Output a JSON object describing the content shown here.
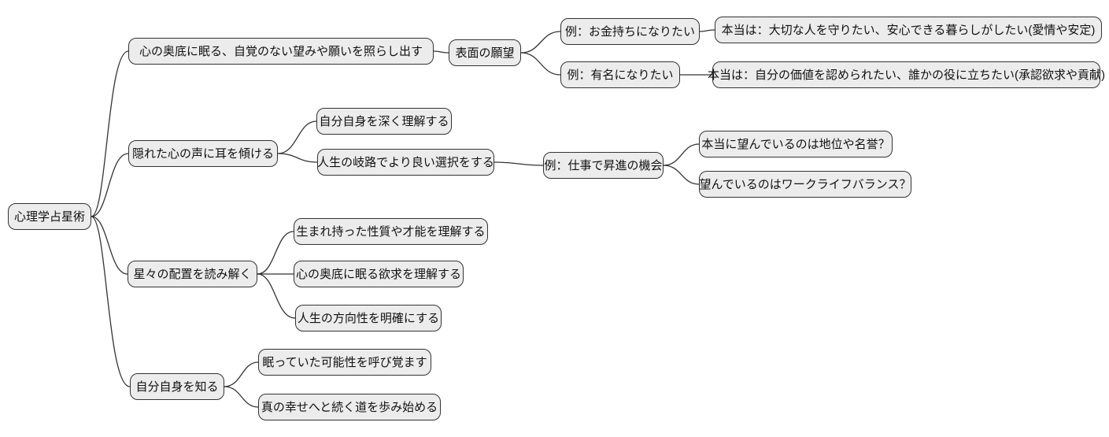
{
  "diagram": {
    "type": "mindmap",
    "root": {
      "label": "心理学占星術",
      "children": [
        {
          "label": "心の奥底に眠る、自覚のない望みや願いを照らし出す",
          "children": [
            {
              "label": "表面の願望",
              "children": [
                {
                  "label": "例：お金持ちになりたい",
                  "children": [
                    {
                      "label": "本当は：大切な人を守りたい、安心できる暮らしがしたい(愛情や安定)",
                      "children": []
                    }
                  ]
                },
                {
                  "label": "例：有名になりたい",
                  "children": [
                    {
                      "label": "本当は：自分の価値を認められたい、誰かの役に立ちたい(承認欲求や貢献)",
                      "children": []
                    }
                  ]
                }
              ]
            }
          ]
        },
        {
          "label": "隠れた心の声に耳を傾ける",
          "children": [
            {
              "label": "自分自身を深く理解する",
              "children": []
            },
            {
              "label": "人生の岐路でより良い選択をする",
              "children": [
                {
                  "label": "例：仕事で昇進の機会",
                  "children": [
                    {
                      "label": "本当に望んでいるのは地位や名誉？",
                      "children": []
                    },
                    {
                      "label": "望んでいるのはワークライフバランス？",
                      "children": []
                    }
                  ]
                }
              ]
            }
          ]
        },
        {
          "label": "星々の配置を読み解く",
          "children": [
            {
              "label": "生まれ持った性質や才能を理解する",
              "children": []
            },
            {
              "label": "心の奥底に眠る欲求を理解する",
              "children": []
            },
            {
              "label": "人生の方向性を明確にする",
              "children": []
            }
          ]
        },
        {
          "label": "自分自身を知る",
          "children": [
            {
              "label": "眠っていた可能性を呼び覚ます",
              "children": []
            },
            {
              "label": "真の幸せへと続く道を歩み始める",
              "children": []
            }
          ]
        }
      ]
    },
    "style": {
      "node_fill": "#ececec",
      "node_border": "#333333",
      "edge_color": "#333333",
      "text_color": "#111111",
      "background": "#ffffff"
    }
  }
}
